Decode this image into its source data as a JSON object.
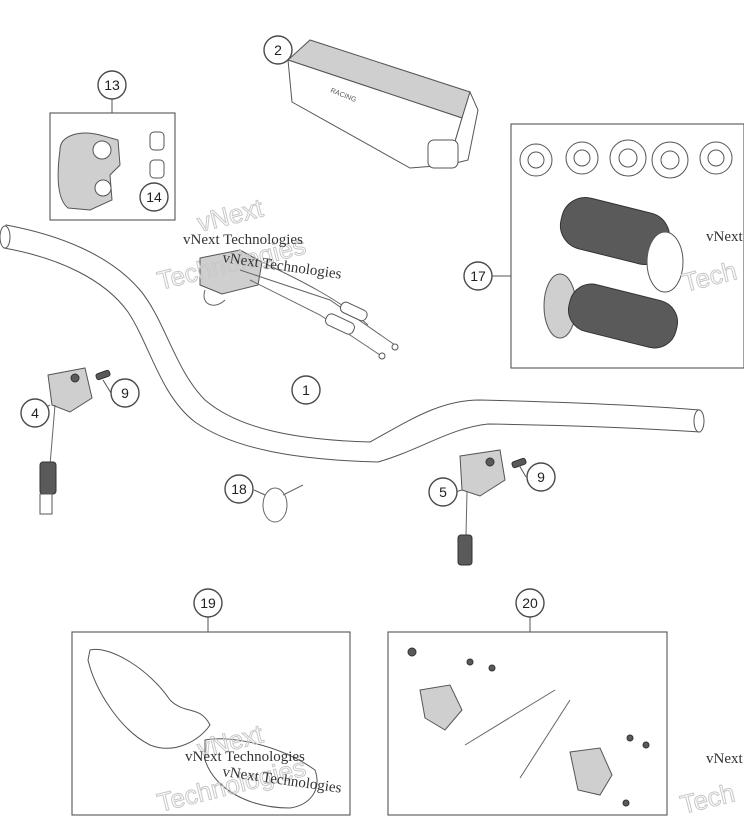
{
  "callouts": {
    "c1": "1",
    "c2": "2",
    "c4": "4",
    "c5": "5",
    "c9a": "9",
    "c9b": "9",
    "c13": "13",
    "c14": "14",
    "c17": "17",
    "c18": "18",
    "c19": "19",
    "c20": "20"
  },
  "watermarks": {
    "small": "vNext Technologies",
    "large_line1": "vNext",
    "large_line2": "Technologies",
    "edge_small": "vNext",
    "edge_large": "Tech"
  },
  "colors": {
    "line": "#555555",
    "grip": "#5a5a5a",
    "shade": "#cfcfcf",
    "watermark": "#c8c8c8"
  }
}
